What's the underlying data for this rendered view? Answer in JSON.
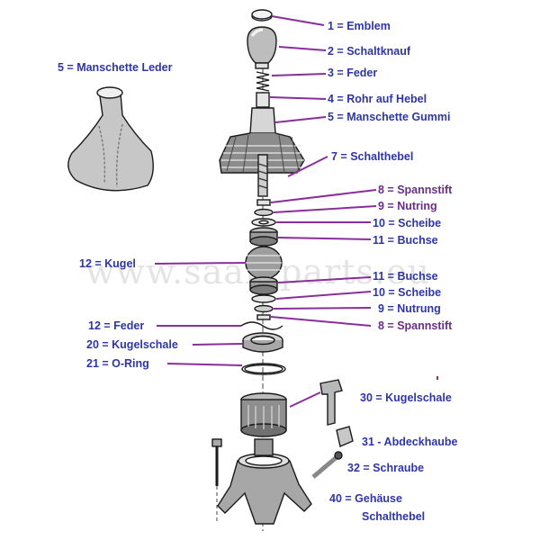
{
  "watermark": "www.saab-parts.eu",
  "colors": {
    "label_blue": "#2e35a8",
    "label_purple": "#6a2d86",
    "leader_purple": "#8a2f9a",
    "drawing": "#1a1a1a",
    "watermark": "#cfcfcf"
  },
  "labels": {
    "p1": "1 = Emblem",
    "p2": "2 = Schaltknauf",
    "p3": "3 = Feder",
    "p4": "4 = Rohr auf Hebel",
    "p5a": "5 = Manschette Leder",
    "p5b": "5 = Manschette Gummi",
    "p7": "7 = Schalthebel",
    "p8a": "8 = Spannstift",
    "p9a": "9 = Nutring",
    "p10a": "10 = Scheibe",
    "p11a": "11 = Buchse",
    "p12a": "12 = Kugel",
    "p11b": "11 = Buchse",
    "p10b": "10 = Scheibe",
    "p9b": "9 = Nutrung",
    "p12b": "12 = Feder",
    "p8b": "8 = Spannstift",
    "p20": "20 = Kugelschale",
    "p21": "21 = O-Ring",
    "p30": "30 = Kugelschale",
    "p31": "31 - Abdeckhaube",
    "p32": "32 = Schraube",
    "p40a": "40 = Gehäuse",
    "p40b": "Schalthebel"
  }
}
